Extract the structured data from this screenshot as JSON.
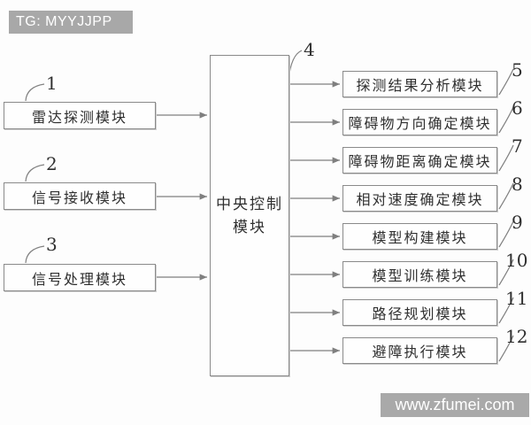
{
  "header": {
    "label": "TG: MYYJJPP",
    "bg_color": "#a8a8a8",
    "text_color": "#ffffff"
  },
  "watermark": {
    "label": "www.zfumei.com",
    "bg_color": "#a9a9a9",
    "text_color": "#ffffff"
  },
  "colors": {
    "line": "#7f7f7f",
    "box_border": "#8a8a8a",
    "text": "#2f2f2f",
    "background": "#fdfdfd"
  },
  "diagram": {
    "type": "block-diagram",
    "left_modules": [
      {
        "ref": "1",
        "label": "雷达探测模块"
      },
      {
        "ref": "2",
        "label": "信号接收模块"
      },
      {
        "ref": "3",
        "label": "信号处理模块"
      }
    ],
    "center_module": {
      "ref": "4",
      "label": "中央控制模块",
      "line1": "中央控制",
      "line2": "模块"
    },
    "right_modules": [
      {
        "ref": "5",
        "label": "探测结果分析模块"
      },
      {
        "ref": "6",
        "label": "障碍物方向确定模块"
      },
      {
        "ref": "7",
        "label": "障碍物距离确定模块"
      },
      {
        "ref": "8",
        "label": "相对速度确定模块"
      },
      {
        "ref": "9",
        "label": "模型构建模块"
      },
      {
        "ref": "10",
        "label": "模型训练模块"
      },
      {
        "ref": "11",
        "label": "路径规划模块"
      },
      {
        "ref": "12",
        "label": "避障执行模块"
      }
    ],
    "connections": [
      "1→4",
      "2→4",
      "3→4",
      "4→5",
      "4→6",
      "4→7",
      "4→8",
      "4→9",
      "4→10",
      "4→11",
      "4→12"
    ]
  }
}
